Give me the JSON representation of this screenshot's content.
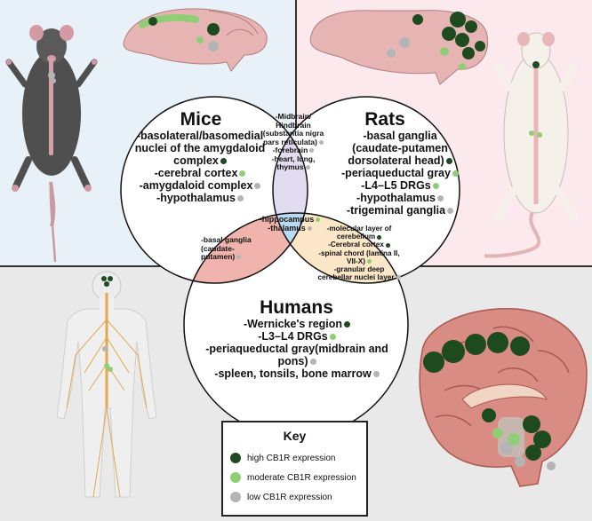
{
  "colors": {
    "high": "#1e4a1f",
    "moderate": "#8fce76",
    "low": "#b4b4b4"
  },
  "mice": {
    "title": "Mice",
    "items": [
      {
        "text": "-basolateral/basomedial nuclei of the amygdaloid complex",
        "level": "high"
      },
      {
        "text": "-cerebral cortex",
        "level": "moderate"
      },
      {
        "text": "-amygdaloid complex",
        "level": "low"
      },
      {
        "text": "-hypothalamus",
        "level": "low"
      }
    ]
  },
  "rats": {
    "title": "Rats",
    "items": [
      {
        "text": "-basal ganglia (caudate-putamen dorsolateral head)",
        "level": "high"
      },
      {
        "text": "-periaqueductal gray",
        "level": "moderate"
      },
      {
        "text": "-L4–L5 DRGs",
        "level": "moderate"
      },
      {
        "text": "-hypothalamus",
        "level": "low"
      },
      {
        "text": "-trigeminal ganglia",
        "level": "low"
      }
    ]
  },
  "humans": {
    "title": "Humans",
    "items": [
      {
        "text": "-Wernicke's region",
        "level": "high"
      },
      {
        "text": "-L3–L4 DRGs",
        "level": "moderate"
      },
      {
        "text": "-periaqueductal gray(midbrain and pons)",
        "level": "low"
      },
      {
        "text": "-spleen, tonsils, bone marrow",
        "level": "low"
      }
    ]
  },
  "mice_rats": {
    "items": [
      {
        "text": "-Midbrain/ Hindbrain (substantia nigra pars reticulata)",
        "level": "low"
      },
      {
        "text": "-forebrain",
        "level": "low"
      },
      {
        "text": "-heart, lung, thymus",
        "level": "low"
      }
    ]
  },
  "mice_humans": {
    "items": [
      {
        "text": "-basal ganglia (caudate-putamen)",
        "level": "low"
      }
    ]
  },
  "rats_humans": {
    "items": [
      {
        "text": "-molecular layer of cerebellum",
        "level": "high"
      },
      {
        "text": "-Cerebral cortex",
        "level": "high"
      },
      {
        "text": "-spinal chord (lamina II, VII-X)",
        "level": "moderate"
      },
      {
        "text": "-granular deep cerebellar nuclei layer",
        "level": "low"
      }
    ]
  },
  "all_three": {
    "items": [
      {
        "text": "-hippocampus",
        "level": "moderate"
      },
      {
        "text": "-thalamus",
        "level": "low"
      }
    ]
  },
  "key": {
    "title": "Key",
    "rows": [
      {
        "label": "high CB1R expression",
        "level": "high"
      },
      {
        "label": "moderate CB1R expression",
        "level": "moderate"
      },
      {
        "label": "low CB1R expression",
        "level": "low"
      }
    ]
  }
}
